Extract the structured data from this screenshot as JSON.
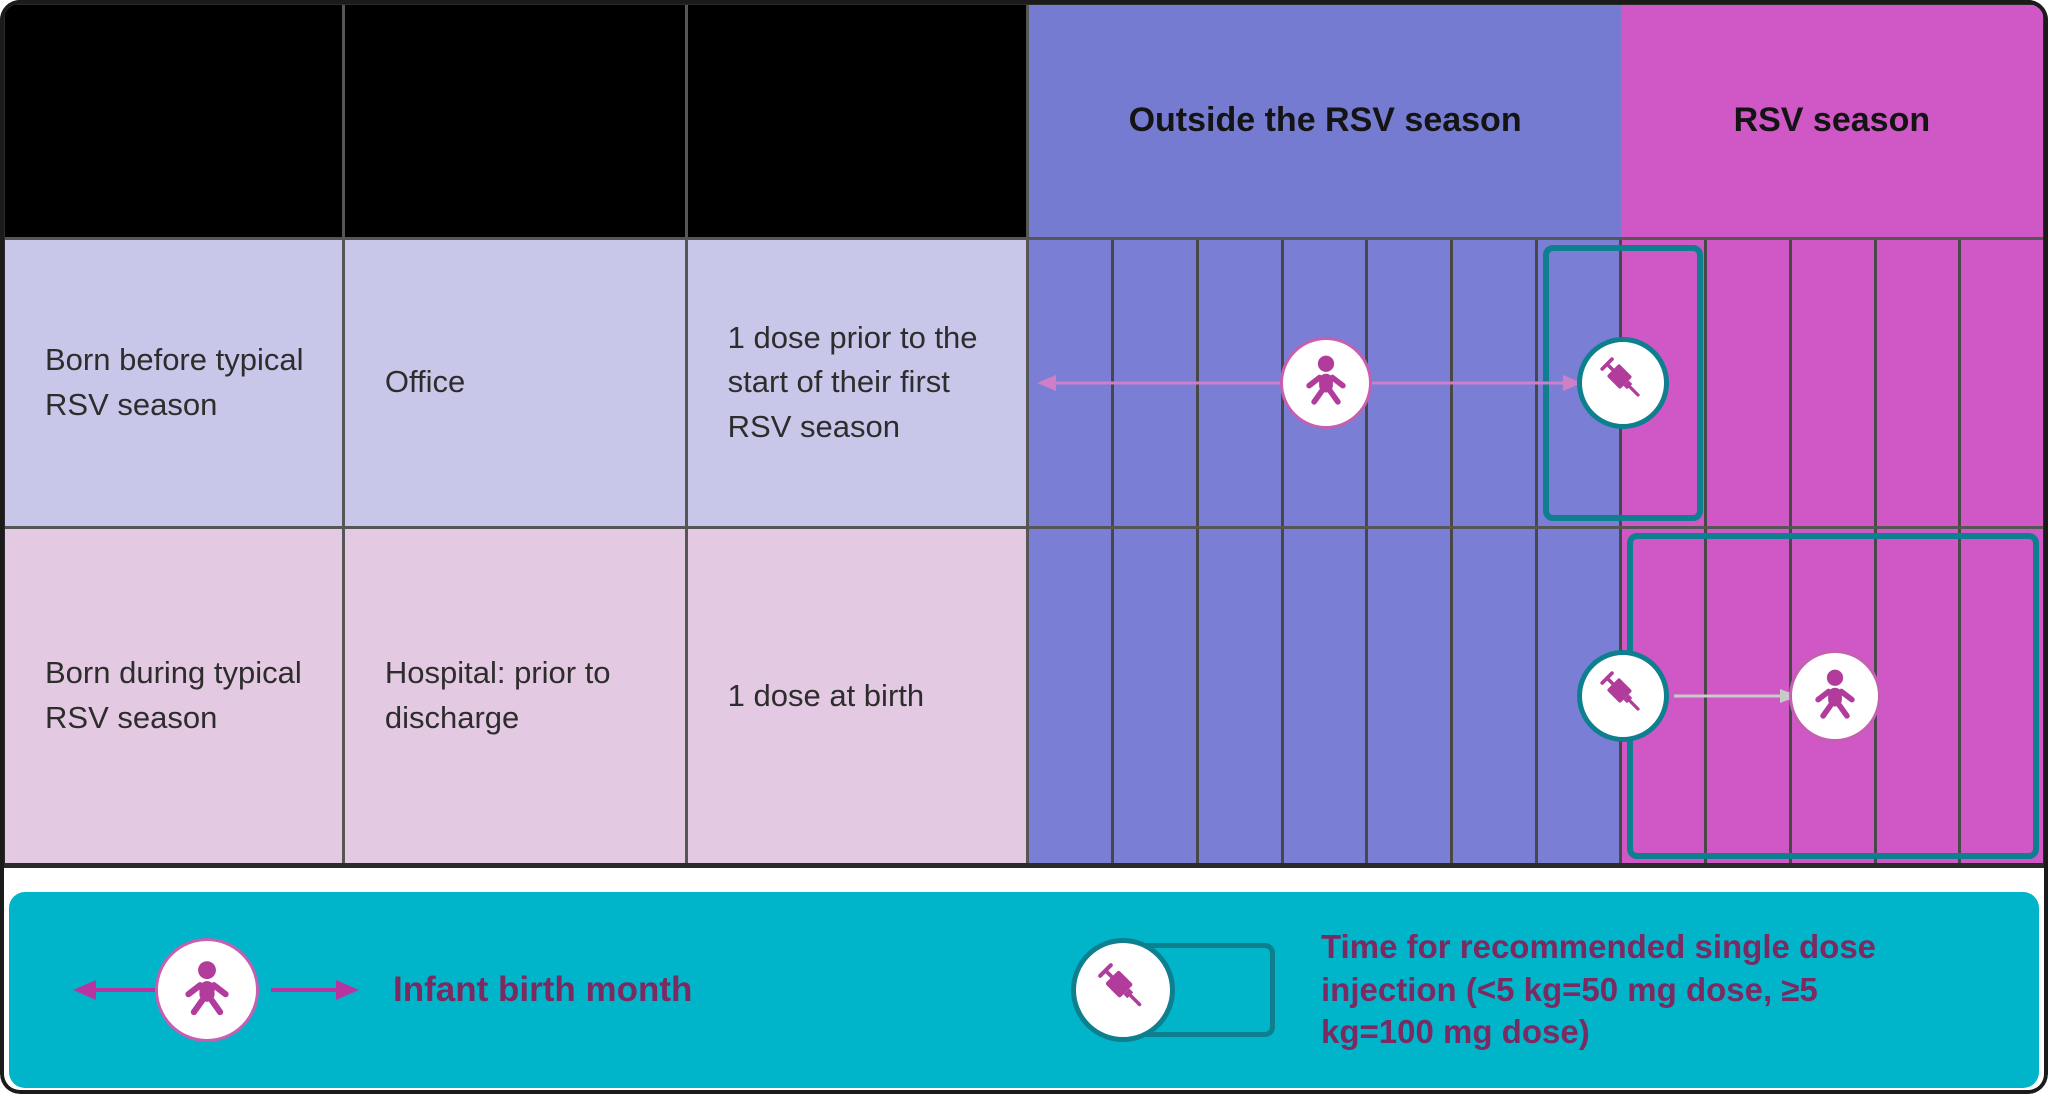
{
  "header": {
    "outside_label": "Outside the RSV season",
    "season_label": "RSV season"
  },
  "rows": [
    {
      "population": "Born before typical RSV season",
      "setting": "Office",
      "dose": "1 dose prior to the start of their first RSV season"
    },
    {
      "population": "Born during typical RSV season",
      "setting": "Hospital: prior to discharge",
      "dose": "1 dose at birth"
    }
  ],
  "timeline": {
    "total_months": 12,
    "outside_months": 7
  },
  "legend": {
    "infant_label": "Infant birth month",
    "injection_label": "Time for recommended single dose injection  (<5 kg=50 mg dose, ≥5 kg=100 mg dose)"
  },
  "icons": {
    "baby": "baby-icon",
    "syringe": "syringe-icon",
    "birth_month_arrow": "double-arrow-icon"
  },
  "colors": {
    "outside_season": "#767bd2",
    "rsv_season": "#cf57c6",
    "row1_bg": "#c9c7e9",
    "row2_bg": "#e3c9e1",
    "teal_outline": "#0d7f8e",
    "legend_bg": "#00b5c9",
    "legend_text": "#7b2a62",
    "icon_magenta": "#b13c9c",
    "grid_line": "#484848"
  }
}
